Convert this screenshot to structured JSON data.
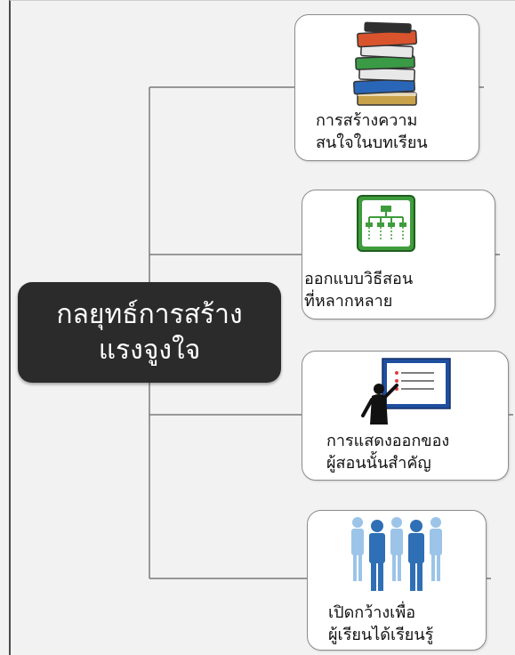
{
  "root": {
    "line1": "กลยุทธ์การสร้าง",
    "line2": "แรงจูงใจ"
  },
  "branches": [
    {
      "line1": "การสร้างความ",
      "line2": "สนใจในบทเรียน",
      "icon": "books-icon"
    },
    {
      "line1": "ออกแบบวิธีสอน",
      "line2": "ที่หลากหลาย",
      "icon": "org-chart-icon"
    },
    {
      "line1": "การแสดงออกของ",
      "line2": "ผู้สอนนั้นสำคัญ",
      "icon": "presenter-icon"
    },
    {
      "line1": "เปิดกว้างเพื่อ",
      "line2": "ผู้เรียนได้เรียนรู้",
      "icon": "people-group-icon"
    }
  ],
  "colors": {
    "root_bg": "#2b2b2b",
    "connector": "#7a7a7a",
    "card_border": "#8c8c8c",
    "board_green": "#4caf50",
    "people_blue": "#2f6fb5"
  }
}
